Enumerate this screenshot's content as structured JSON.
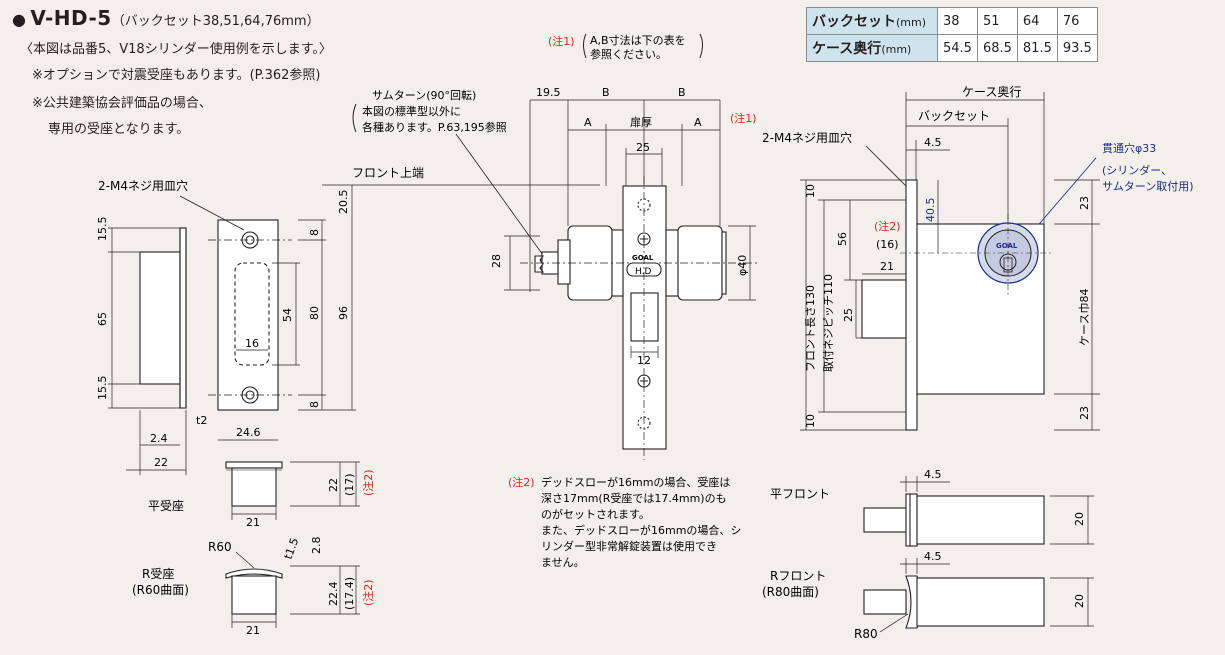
{
  "header": {
    "bullet": "●",
    "model": "V-HD-5",
    "backset_note": "（バックセット38,51,64,76mm）",
    "line1": "〈本図は品番5、V18シリンダー使用例を示します。〉",
    "line2": "※オプションで対震受座もあります。(P.362参照)",
    "line3": "※公共建築協会評価品の場合、",
    "line4": "専用の受座となります。"
  },
  "spec_table": {
    "row1_label": "バックセット",
    "row1_unit": "(mm)",
    "row1_values": [
      "38",
      "51",
      "64",
      "76"
    ],
    "row2_label": "ケース奥行",
    "row2_unit": "(mm)",
    "row2_values": [
      "54.5",
      "68.5",
      "81.5",
      "93.5"
    ]
  },
  "notes": {
    "note1_tag": "(注1)",
    "note1_text_a": "A,B寸法は下の表を",
    "note1_text_b": "参照ください。",
    "note1_side": "(注1)",
    "thumbturn_a": "サムターン(90°回転)",
    "thumbturn_b": "本図の標準型以外に",
    "thumbturn_c": "各種あります。P.63,195参照",
    "note2_tag": "(注2)",
    "note2_line1": "デッドスローが16mmの場合、受座は",
    "note2_line2": "深さ17mm(R受座では17.4mm)のも",
    "note2_line3": "のがセットされます。",
    "note2_line4": "また、デッドスローが16mmの場合、シ",
    "note2_line5": "リンダー型非常解錠装置は使用でき",
    "note2_line6": "ません。"
  },
  "labels": {
    "screw_hole_left": "2-M4ネジ用皿穴",
    "screw_hole_right": "2-M4ネジ用皿穴",
    "front_top": "フロント上端",
    "flat_strike": "平受座",
    "r_strike_a": "R受座",
    "r_strike_b": "(R60曲面)",
    "flat_front": "平フロント",
    "r_front_a": "Rフロント",
    "r_front_b": "(R80曲面)",
    "case_depth": "ケース奥行",
    "backset": "バックセット",
    "through_hole": "貫通穴φ33",
    "through_hole_sub_a": "(シリンダー、",
    "through_hole_sub_b": "サムターン取付用)",
    "front_length": "フロント長さ130",
    "screw_pitch": "取付ネジピッチ110",
    "case_width": "ケース巾84",
    "door_thickness": "扉厚",
    "brand": "GOAL",
    "hd_mark": "H.D",
    "note2_mark": "(注2)",
    "r60": "R60",
    "r80": "R80"
  },
  "dims": {
    "d15_5a": "15.5",
    "d65": "65",
    "d15_5b": "15.5",
    "t2": "t2",
    "d2_4": "2.4",
    "d22": "22",
    "d24_6": "24.6",
    "d8a": "8",
    "d80": "80",
    "d8b": "8",
    "d96": "96",
    "d20_5": "20.5",
    "d54": "54",
    "d16": "16",
    "d22b": "22",
    "d17": "(17)",
    "d21a": "21",
    "d2_8": "2.8",
    "dt1_5": "t1.5",
    "d22_4": "22.4",
    "d17_4": "(17.4)",
    "d21b": "21",
    "d19_5": "19.5",
    "dB1": "B",
    "dB2": "B",
    "dA1": "A",
    "dA2": "A",
    "d25": "25",
    "d28": "28",
    "dphi40": "φ40",
    "d12": "12",
    "d4_5a": "4.5",
    "d10a": "10",
    "d56": "56",
    "d16p": "(16)",
    "d40_5": "40.5",
    "d21c": "21",
    "d25b": "25",
    "d10b": "10",
    "d23a": "23",
    "d23b": "23",
    "d4_5b": "4.5",
    "d20a": "20",
    "d4_5c": "4.5",
    "d20b": "20"
  },
  "colors": {
    "line": "#231f20",
    "red": "#e0231a",
    "blue": "#1a2d8f",
    "header_cell": "#cfe3ef",
    "background": "#f3f0ec"
  }
}
